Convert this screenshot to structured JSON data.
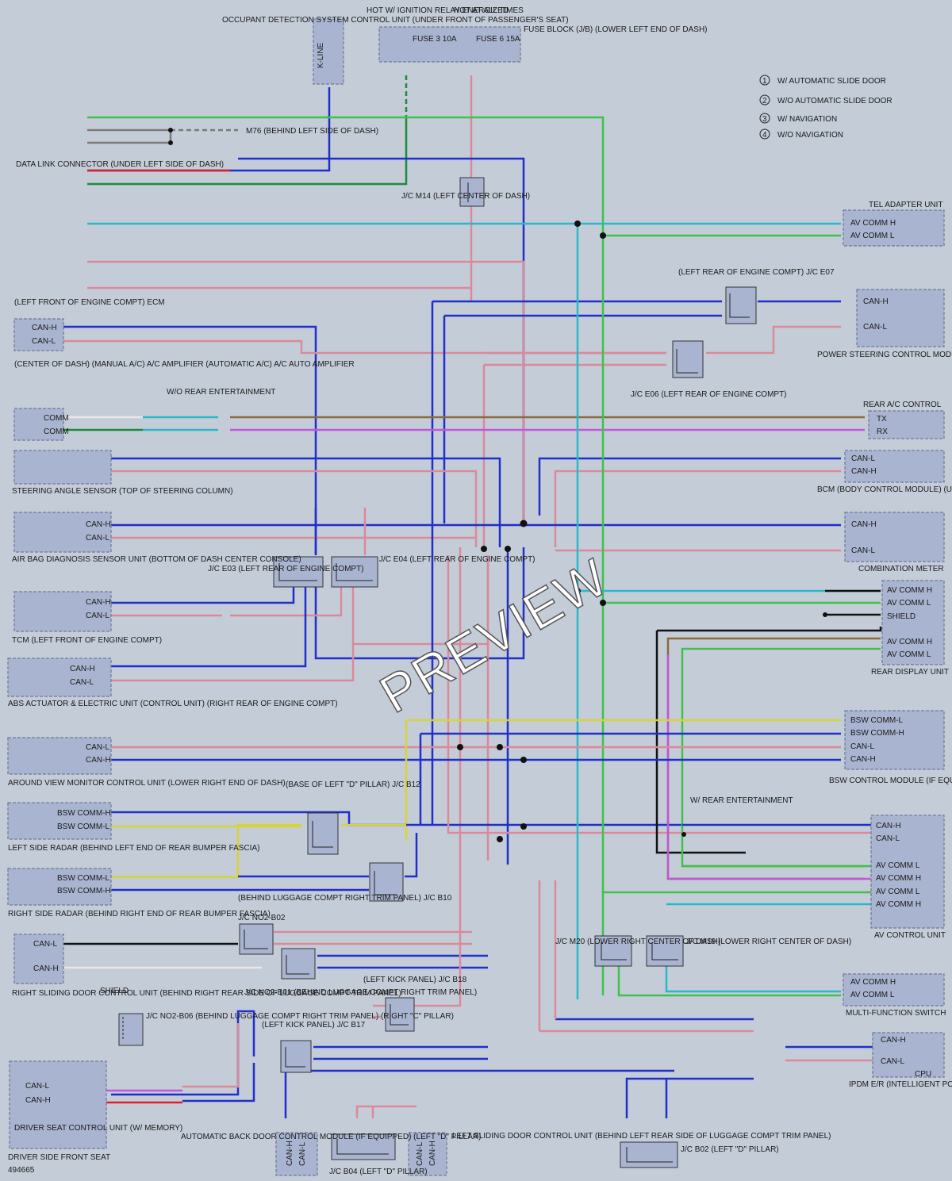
{
  "ecus": {
    "occupant": "OCCUPANT DETECTION SYSTEM CONTROL UNIT (UNDER FRONT OF PASSENGER'S SEAT)",
    "hot_ign": "HOT W/ IGNITION RELAY ENERGIZED",
    "hot_all": "HOT AT ALL TIMES",
    "fuse_block": "FUSE BLOCK (J/B) (LOWER LEFT END OF DASH)",
    "fuse3": "FUSE 3 10A",
    "fuse6": "FUSE 6 15A",
    "dlc": "DATA LINK CONNECTOR (UNDER LEFT SIDE OF DASH)",
    "m76": "M76 (BEHIND LEFT SIDE OF DASH)",
    "jc_m14": "J/C M14 (LEFT CENTER OF DASH)",
    "tel": "TEL ADAPTER UNIT",
    "ecm": "(LEFT FRONT OF ENGINE COMPT) ECM",
    "jc_e07": "(LEFT REAR OF ENGINE COMPT) J/C E07",
    "jc_e06": "J/C E06 (LEFT REAR OF ENGINE COMPT)",
    "ps": "POWER STEERING CONTROL MODULE (RIGHT REAR OF ENGINE COMPT)",
    "ac": "(CENTER OF DASH) (MANUAL A/C) A/C AMPLIFIER (AUTOMATIC A/C) A/C AUTO AMPLIFIER",
    "wo_rear_ent": "W/O REAR ENTERTAINMENT",
    "rear_ac": "REAR A/C CONTROL",
    "steer": "STEERING ANGLE SENSOR (TOP OF STEERING COLUMN)",
    "bcm": "BCM (BODY CONTROL MODULE) (UPPER LEFT SIDE OF DASH)",
    "airbag": "AIR BAG DIAGNOSIS SENSOR UNIT (BOTTOM OF DASH CENTER CONSOLE)",
    "jc_e03": "J/C E03 (LEFT REAR OF ENGINE COMPT)",
    "jc_e04": "J/C E04 (LEFT REAR OF ENGINE COMPT)",
    "combo": "COMBINATION METER",
    "tcm": "TCM (LEFT FRONT OF ENGINE COMPT)",
    "rear_disp": "REAR DISPLAY UNIT",
    "abs": "ABS ACTUATOR & ELECTRIC UNIT (CONTROL UNIT) (RIGHT REAR OF ENGINE COMPT)",
    "bsw": "BSW CONTROL MODULE (IF EQUIPPED) (BOTTOM CENTER OF DASH)",
    "around": "AROUND VIEW MONITOR CONTROL UNIT (LOWER RIGHT END OF DASH)",
    "jc_b12": "(BASE OF LEFT \"D\" PILLAR) J/C B12",
    "left_radar": "LEFT SIDE RADAR (BEHIND LEFT END OF REAR BUMPER FASCIA)",
    "w_rear_ent": "W/ REAR ENTERTAINMENT",
    "right_radar": "RIGHT SIDE RADAR (BEHIND RIGHT END OF REAR BUMPER FASCIA)",
    "jc_b10": "(BEHIND LUGGAGE COMPT RIGHT TRIM PANEL) J/C B10",
    "av": "AV CONTROL UNIT",
    "jc_b02n": "J/C NO2-B02",
    "jc_b01n": "J/C NO2-B01 (BEHIND LUGGAGE COMPT RIGHT TRIM PANEL)",
    "rsd": "RIGHT SLIDING DOOR CONTROL UNIT (BEHIND RIGHT REAR SIDE OF LUGGAGE COMPT TRIM PANEL)",
    "jc_b18": "(LEFT KICK PANEL) J/C B18",
    "jc_m20": "J/C M20 (LOWER RIGHT CENTER OF DASH)",
    "jc_m19": "J/C M19 (LOWER RIGHT CENTER OF DASH)",
    "mfs": "MULTI-FUNCTION SWITCH",
    "jc_b06n": "J/C NO2-B06 (BEHIND LUGGAGE COMPT RIGHT TRIM PANEL) (RIGHT \"C\" PILLAR)",
    "jc_b17": "(LEFT KICK PANEL) J/C B17",
    "ipdm": "IPDM E/R (INTELLIGENT POWER DISTRIBUTION MODULE ENGINE ROOM) (LEFT REAR OF ENGINE COMPT)",
    "dsfs": "DRIVER SEAT CONTROL UNIT (W/ MEMORY)",
    "dsfs2": "DRIVER SIDE FRONT SEAT",
    "abd": "AUTOMATIC BACK DOOR CONTROL MODULE (IF EQUIPPED) (LEFT \"D\" PILLAR)",
    "jc_b04": "J/C B04 (LEFT \"D\" PILLAR)",
    "lsd": "LEFT SLIDING DOOR CONTROL UNIT (BEHIND LEFT REAR SIDE OF LUGGAGE COMPT TRIM PANEL)",
    "jc_b02": "J/C B02 (LEFT \"D\" PILLAR)"
  },
  "legend": [
    {
      "num": "1",
      "text": "W/ AUTOMATIC SLIDE DOOR"
    },
    {
      "num": "2",
      "text": "W/O AUTOMATIC SLIDE DOOR"
    },
    {
      "num": "3",
      "text": "W/ NAVIGATION"
    },
    {
      "num": "4",
      "text": "W/O NAVIGATION"
    }
  ],
  "labels": {
    "kline": "K-LINE",
    "can_h": "CAN-H",
    "can_l": "CAN-L",
    "comm": "COMM",
    "av_comm_h": "AV COMM H",
    "av_comm_l": "AV COMM L",
    "shield": "SHIELD",
    "bsw_comm_h": "BSW COMM-H",
    "bsw_comm_l": "BSW COMM-L",
    "tx": "TX",
    "rx": "RX",
    "cpu": "CPU",
    "watermark": "PREVIEW",
    "doc_id": "494665"
  },
  "colors": {
    "blu": "#1f2fc8",
    "pnk": "#d98a9a",
    "grn": "#1e8a3a",
    "ltgrn": "#3fc24a",
    "ltblu": "#29b8c8",
    "red": "#e01f2a",
    "gry": "#7a7a7a",
    "yel": "#d7d33a",
    "brn": "#8a6a3a",
    "ppl": "#c058d8",
    "blk": "#111111"
  }
}
